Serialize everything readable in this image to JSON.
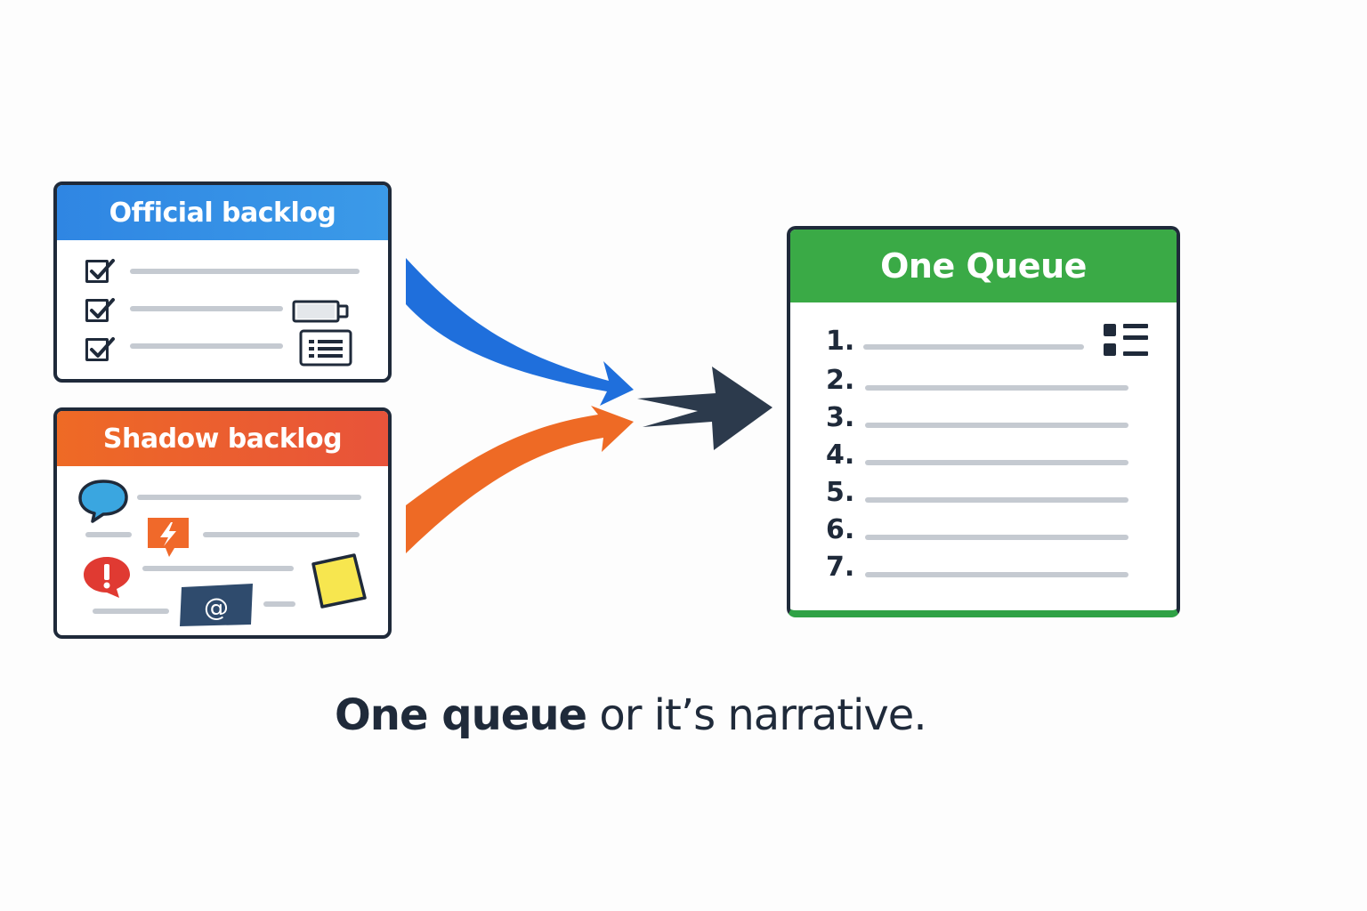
{
  "official": {
    "title": "Official backlog",
    "accent": "#2f86e3"
  },
  "shadow": {
    "title": "Shadow backlog",
    "accent": "#ec5e2c",
    "email_glyph": "@"
  },
  "queue": {
    "title": "One Queue",
    "accent": "#3aaa46",
    "items": [
      "1.",
      "2.",
      "3.",
      "4.",
      "5.",
      "6.",
      "7."
    ]
  },
  "caption": {
    "strong": "One queue",
    "rest": " or it’s narrative."
  },
  "colors": {
    "outline": "#1f2a3a",
    "line": "#c5cad1",
    "arrow_blue": "#1f6fdc",
    "arrow_orange": "#ee6a25",
    "arrow_dark": "#2c3a4c"
  }
}
